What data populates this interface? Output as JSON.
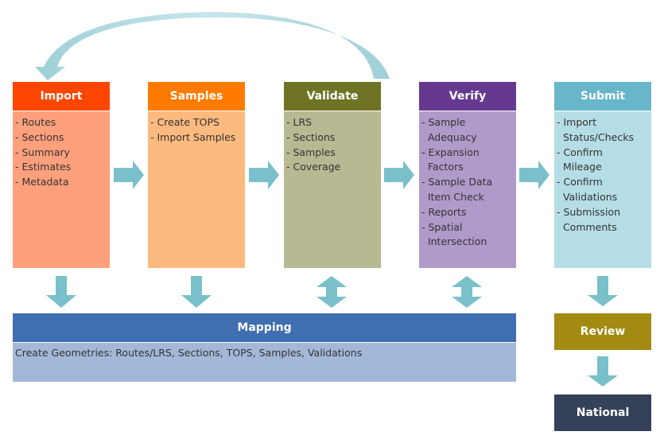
{
  "colors": {
    "arrow": "#7ac0ca",
    "import_header": "#fe4600",
    "import_body": "#ffa07c",
    "samples_header": "#fe7b00",
    "samples_body": "#fdba7f",
    "validate_header": "#6f7425",
    "validate_body": "#b6b992",
    "verify_header": "#66398f",
    "verify_body": "#b09ac9",
    "submit_header": "#67b6ca",
    "submit_body": "#b5dde5",
    "mapping_header": "#3f6eb1",
    "mapping_body": "#a3b8d8",
    "review": "#a28a13",
    "national": "#344159"
  },
  "stages": [
    {
      "title": "Import",
      "items": [
        "- Routes",
        "- Sections",
        "- Summary",
        "- Estimates",
        "- Metadata"
      ]
    },
    {
      "title": "Samples",
      "items": [
        "- Create TOPS",
        "- Import Samples"
      ]
    },
    {
      "title": "Validate",
      "items": [
        "- LRS",
        "- Sections",
        "- Samples",
        "- Coverage"
      ]
    },
    {
      "title": "Verify",
      "items": [
        "- Sample",
        "  Adequacy",
        "- Expansion",
        "  Factors",
        "- Sample Data",
        "  Item Check",
        "- Reports",
        "- Spatial",
        "  Intersection"
      ]
    },
    {
      "title": "Submit",
      "items": [
        "- Import",
        "  Status/Checks",
        "- Confirm",
        "  Mileage",
        "- Confirm",
        "  Validations",
        "- Submission",
        "  Comments"
      ]
    }
  ],
  "mapping": {
    "title": "Mapping",
    "description": "Create Geometries: Routes/LRS, Sections, TOPS, Samples, Validations"
  },
  "review": {
    "title": "Review"
  },
  "national": {
    "title": "National"
  }
}
